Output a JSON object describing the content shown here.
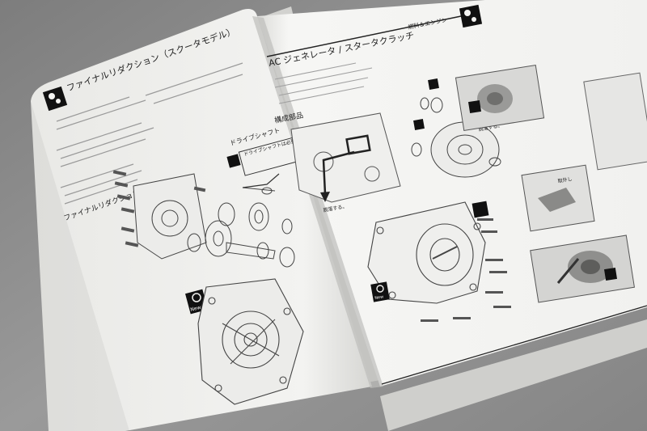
{
  "manual": {
    "left_page": {
      "heading": "ファイナルリダクション（スクータモデル）",
      "sub_heading": "ファイナルリダクションの分解",
      "drive_shaft_label": "ドライブシャフト",
      "callout": "ドライブシャフトは必要な場合のみ取り外す。",
      "new_badge": "New"
    },
    "right_page": {
      "header": "燃料＆エンジン",
      "heading": "AC ジェネレータ / スタータクラッチ",
      "sub_heading": "構成部品",
      "note_remove": "脱落する。",
      "note_remove_2": "脱落する。",
      "note_turn": "取外し",
      "new_badge": "New"
    }
  },
  "colors": {
    "background": "#8f8f8f",
    "paper": "#f4f4f2",
    "ink": "#333333",
    "badge": "#111111"
  }
}
